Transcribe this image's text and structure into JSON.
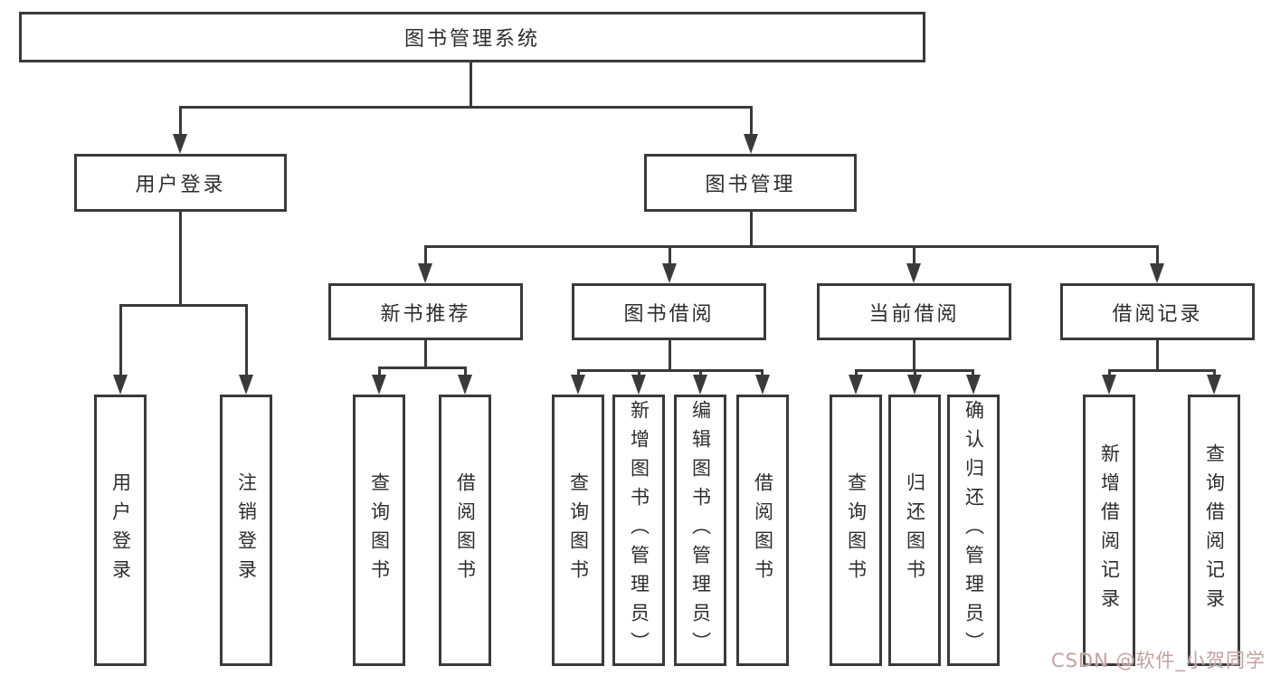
{
  "diagram": {
    "root": "图书管理系统",
    "level2": [
      "用户登录",
      "图书管理"
    ],
    "level3": [
      "新书推荐",
      "图书借阅",
      "当前借阅",
      "借阅记录"
    ],
    "leaves": {
      "user_login": [
        "用户登录",
        "注销登录"
      ],
      "new_book": [
        "查询图书",
        "借阅图书"
      ],
      "book_borrow": [
        "查询图书",
        "新增图书（管理员）",
        "编辑图书（管理员）",
        "借阅图书"
      ],
      "current_borrow": [
        "查询图书",
        "归还图书",
        "确认归还（管理员）"
      ],
      "borrow_record": [
        "新增借阅记录",
        "查询借阅记录"
      ]
    }
  },
  "watermark": {
    "text": "CSDN @软件_小贺同学"
  },
  "colors": {
    "line": "#3a3a3a",
    "text": "#2d2d2d",
    "watermark": "#c2a2a2",
    "background": "#ffffff"
  }
}
